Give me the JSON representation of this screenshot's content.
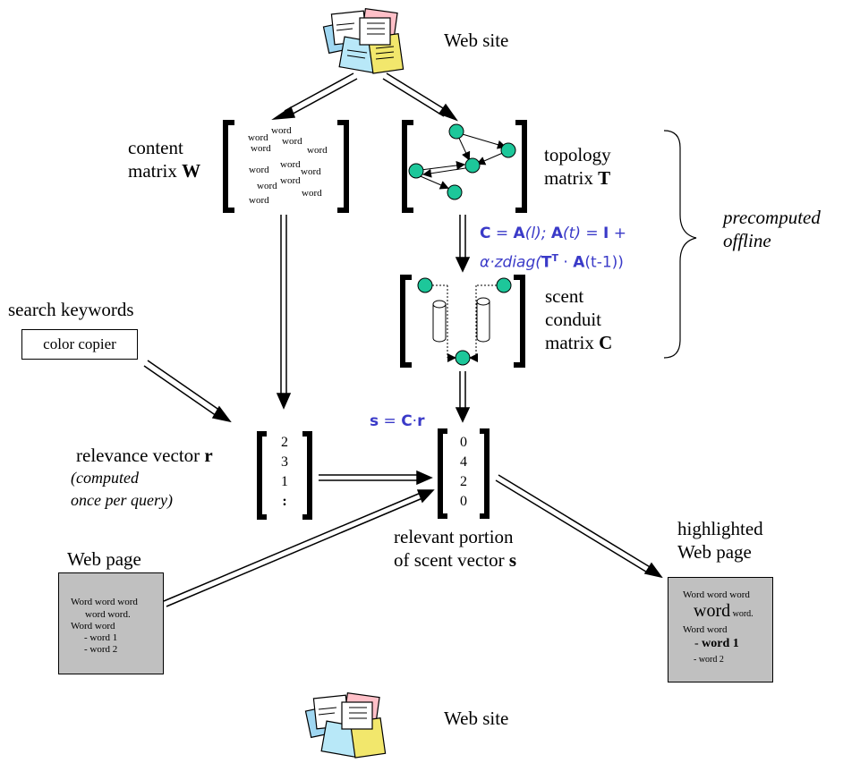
{
  "website_top": "Web site",
  "website_bottom": "Web site",
  "content_matrix": {
    "line1": "content",
    "line2": "matrix",
    "symbol": "W"
  },
  "content_words": [
    "word",
    "word",
    "word",
    "word",
    "word",
    "word",
    "word",
    "word",
    "word",
    "word",
    "word",
    "word"
  ],
  "topology_matrix": {
    "line1": "topology",
    "line2": "matrix",
    "symbol": "T"
  },
  "scent_matrix": {
    "line1": "scent",
    "line2": "conduit",
    "line3": "matrix",
    "symbol": "C"
  },
  "formula_c": {
    "line1_a": "C",
    "line1_b": " = ",
    "line1_c": "A",
    "line1_d": "(l); ",
    "line1_e": "A",
    "line1_f": "(t) = ",
    "line1_g": "I",
    "line1_h": " +",
    "line2_a": "α·zdiag(",
    "line2_b": "T",
    "line2_sup": "T",
    "line2_c": " · ",
    "line2_d": "A",
    "line2_e": "(t-1))"
  },
  "precomputed": {
    "line1": "precomputed",
    "line2": "offline"
  },
  "search": {
    "label": "search keywords",
    "query": "color copier"
  },
  "formula_s": {
    "a": "s",
    "b": " = ",
    "c": "C",
    "d": "·",
    "e": "r"
  },
  "relevance": {
    "line1": "relevance vector",
    "symbol": "r",
    "note1": "(computed",
    "note2": "once per query)",
    "values": [
      "2",
      "3",
      "1",
      ":"
    ]
  },
  "scent_vector": {
    "values": [
      "0",
      "4",
      "2",
      "0"
    ],
    "line1": "relevant portion",
    "line2": "of scent vector",
    "symbol": "s"
  },
  "web_page": {
    "title": "Web page",
    "lines": [
      "Word word word",
      "word word.",
      "Word word",
      "- word 1",
      "- word 2"
    ]
  },
  "highlighted_page": {
    "title1": "highlighted",
    "title2": "Web page",
    "line1": "Word word word",
    "line2_big": "word",
    "line2_small": " word.",
    "line3": "Word word",
    "line4_prefix": "- ",
    "line4_bold": "word 1",
    "line5": "- word 2"
  }
}
